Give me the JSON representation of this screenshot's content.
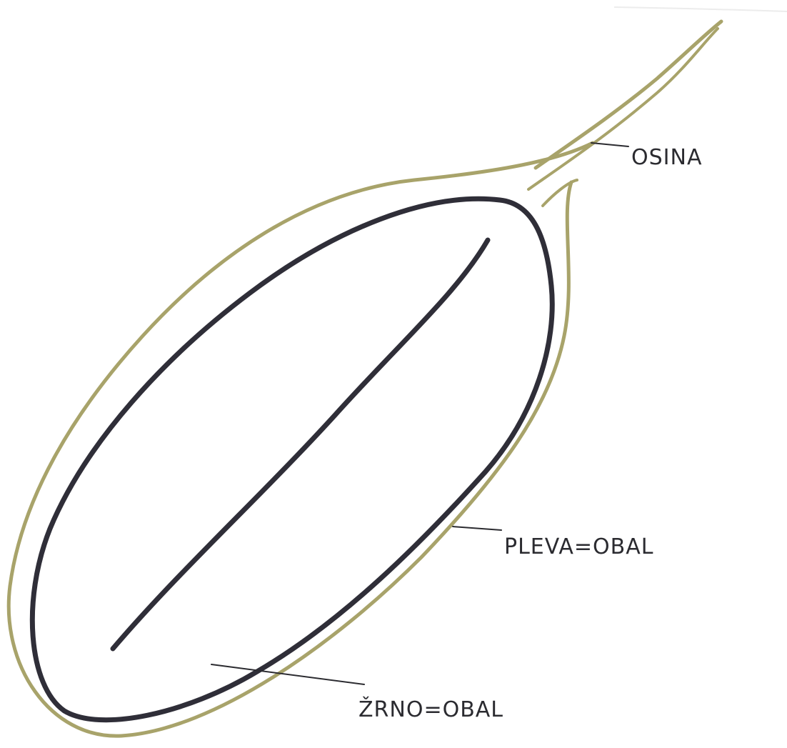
{
  "diagram": {
    "labels": {
      "awn": "OSINA",
      "husk": "PLEVA=OBAL",
      "grain": "ŽRNO=OBAL"
    },
    "colors": {
      "husk_outline": "#a8a36a",
      "grain_outline": "#2f2e38",
      "label_ink": "#2b2b30",
      "background": "#ffffff"
    }
  }
}
